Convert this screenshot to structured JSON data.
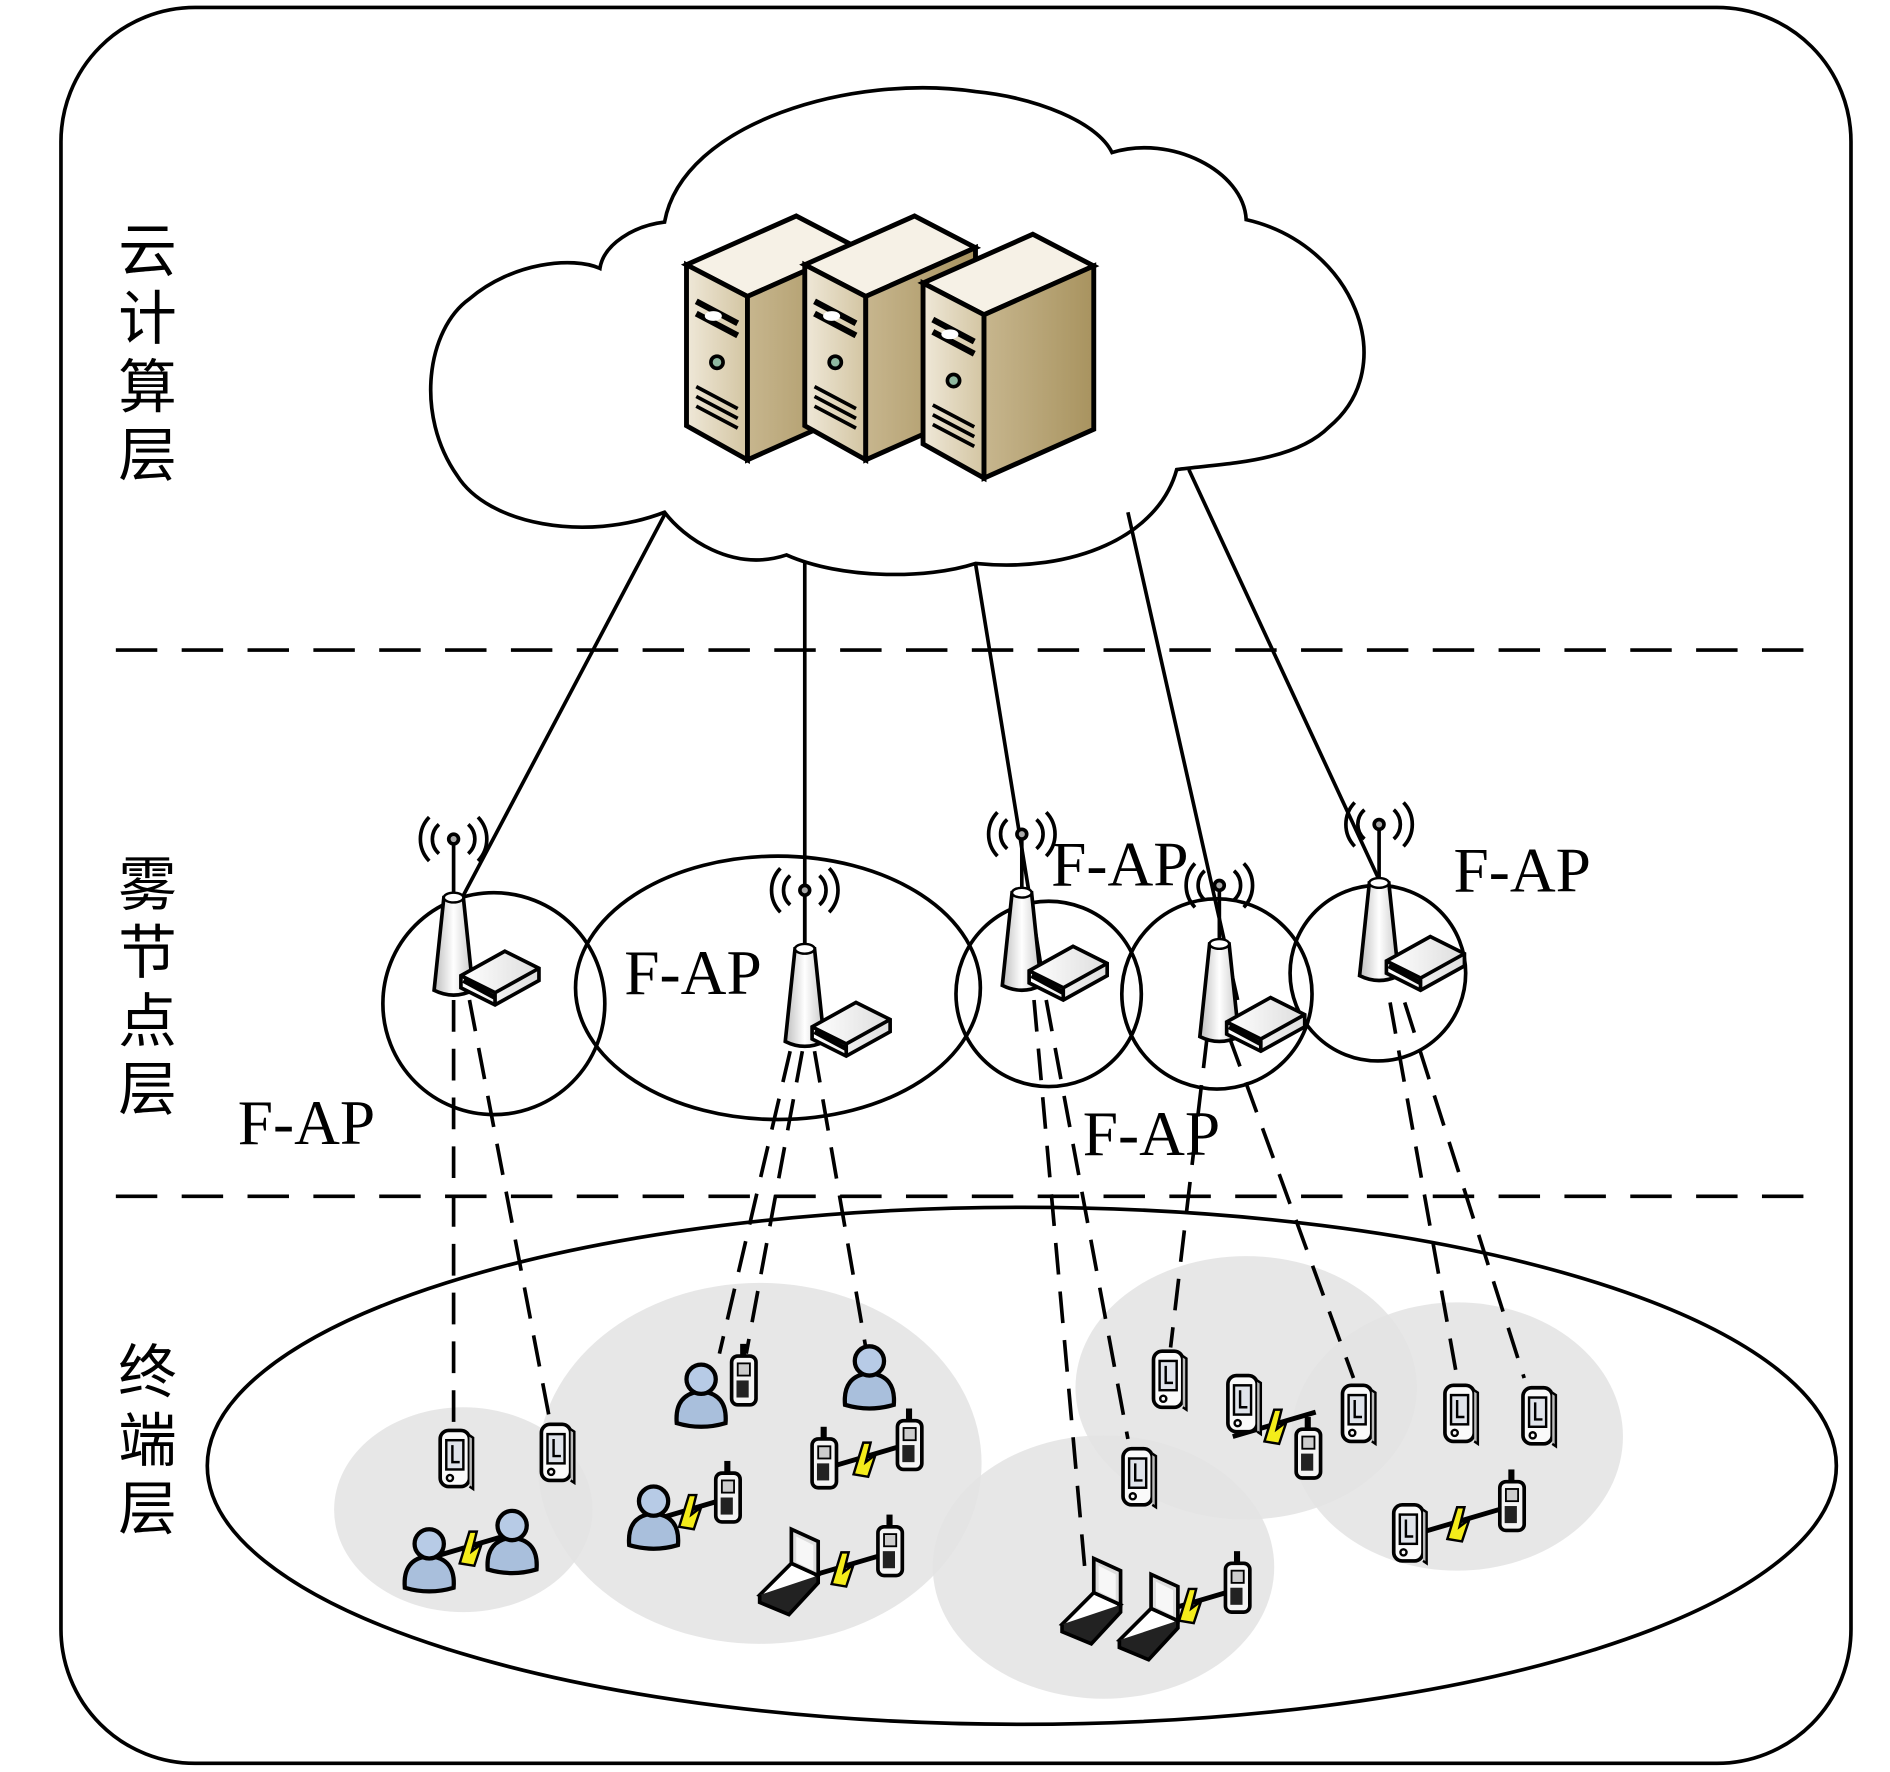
{
  "diagram": {
    "title": "Fog radio access network architecture",
    "layers": [
      {
        "id": "cloud",
        "label": "云计算层",
        "chars": [
          "云",
          "计",
          "算",
          "层"
        ]
      },
      {
        "id": "fog",
        "label": "雾节点层",
        "chars": [
          "雾",
          "节",
          "点",
          "层"
        ]
      },
      {
        "id": "terminal",
        "label": "终端层",
        "chars": [
          "终",
          "端",
          "层"
        ]
      }
    ],
    "fap_label": "F-AP",
    "fap_labels": [
      "F-AP",
      "F-AP",
      "F-AP",
      "F-AP",
      "F-AP"
    ],
    "nodes": {
      "cloud": {
        "name": "cloud",
        "servers": 3
      },
      "fog_access_points": 5,
      "terminal_groups": 5
    },
    "colors": {
      "stroke": "#000000",
      "server_body": "#d8ccb0",
      "server_side": "#b8a57e",
      "group_fill": "#e6e6e6",
      "user_fill": "#a9bfdc",
      "lightning": "#f4ec1a"
    }
  }
}
